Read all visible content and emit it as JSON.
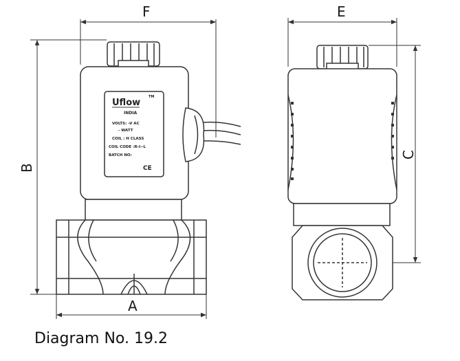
{
  "dimensions": {
    "a": "A",
    "b": "B",
    "c": "C",
    "e": "E",
    "f": "F"
  },
  "nameplate": {
    "brand": "Uflow",
    "tm": "TM",
    "country": "INDIA",
    "volts": "VOLTS: -V AC",
    "watt": "- WATT",
    "coil": "COIL : H CLASS",
    "coil_code": "COIL CODE :R-I--L",
    "batch": "BATCH NO:",
    "ce": "CE"
  },
  "caption": "Diagram No. 19.2"
}
